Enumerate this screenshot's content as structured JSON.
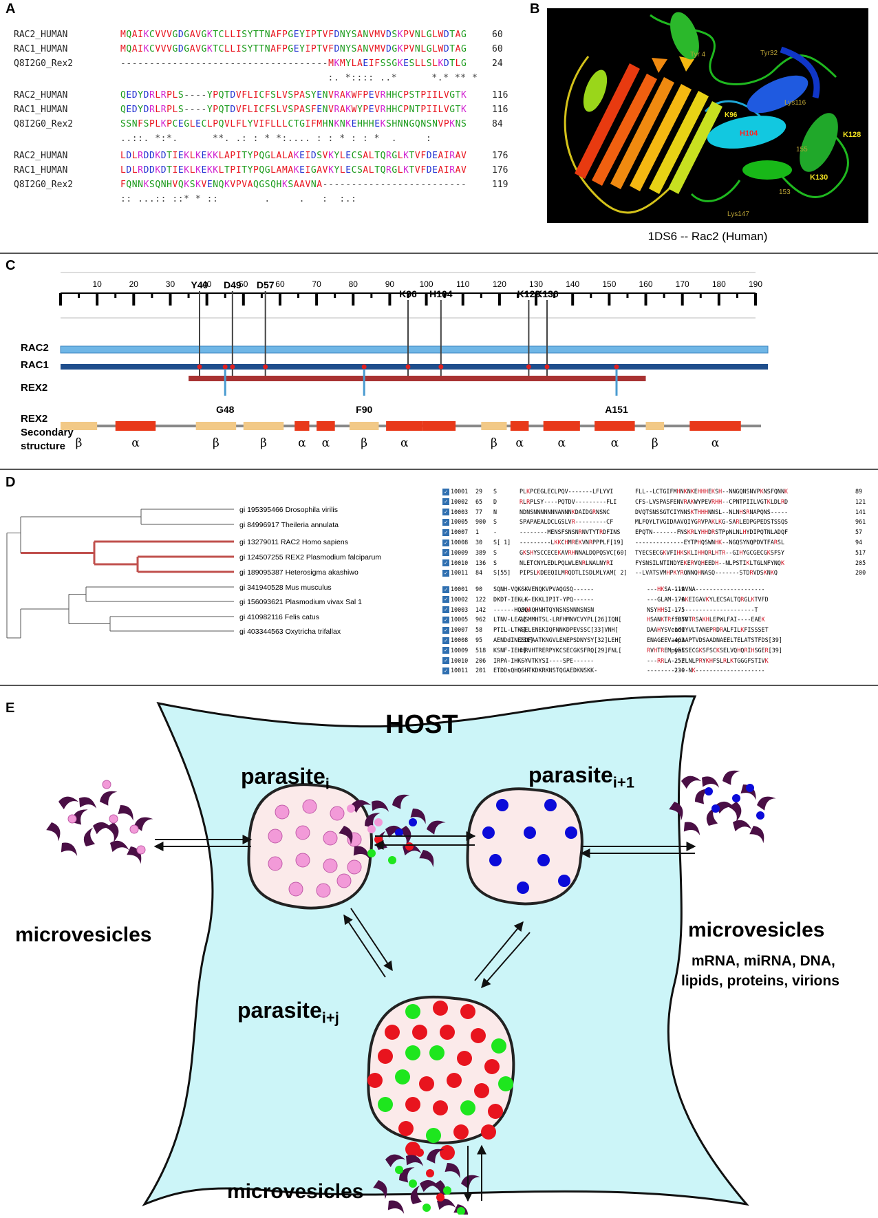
{
  "panel_letters": {
    "a": "A",
    "b": "B",
    "c": "C",
    "d": "D",
    "e": "E"
  },
  "panelA": {
    "blocks": [
      {
        "rows": [
          {
            "name": "RAC2_HUMAN",
            "seq": "MQAIKCVVVGDGAVGKTCLLISYTTNAFPGEYIPTVFDNYSANVMVDSKPVNLGLWDTAG",
            "end": "60"
          },
          {
            "name": "RAC1_HUMAN",
            "seq": "MQAIKCVVVGDGAVGKTCLLISYTTNAFPGEYIPTVFDNYSANVMVDGKPVNLGLWDTAG",
            "end": "60"
          },
          {
            "name": "Q8I2G0_Rex2",
            "seq": "------------------------------------MKMYLAEIFSSGKESLLSLKDTLG",
            "end": "24"
          }
        ],
        "consensus": "                                    :. *:::: ..*      *.* ** *"
      },
      {
        "rows": [
          {
            "name": "RAC2_HUMAN",
            "seq": "QEDYDRLRPLS----YPQTDVFLICFSLVSPASYENVRAKWFPEVRHHCPSTPIILVGTK",
            "end": "116"
          },
          {
            "name": "RAC1_HUMAN",
            "seq": "QEDYDRLRPLS----YPQTDVFLICFSLVSPASFENVRAKWYPEVRHHCPNTPIILVGTK",
            "end": "116"
          },
          {
            "name": "Q8I2G0_Rex2",
            "seq": "SSNFSPLKPCEGLECLPQVLFLYVIFLLLCTGIFMHNKNKEHHHEKSHNNGQNSNVPKNS",
            "end": "84"
          }
        ],
        "consensus": "..::. *:*.      **. .: : * *:.... : : * : : *  .     :"
      },
      {
        "rows": [
          {
            "name": "RAC2_HUMAN",
            "seq": "LDLRDDKDTIEKLKEKKLAPITYPQGLALAKEIDSVKYLECSALTQRGLKTVFDEAIRAV",
            "end": "176"
          },
          {
            "name": "RAC1_HUMAN",
            "seq": "LDLRDDKDTIEKLKEKKLTPITYPQGLAMAKEIGAVKYLECSALTQRGLKTVFDEAIRAV",
            "end": "176"
          },
          {
            "name": "Q8I2G0_Rex2",
            "seq": "FQNNKSQNHVQKSKVENQKVPVAQGSQHKSAAVNA-------------------------",
            "end": "119"
          }
        ],
        "consensus": ":: ...:: ::* * ::        .     .   :  :.:"
      }
    ],
    "colors": {
      "red": "#e8141e",
      "blue": "#2030d0",
      "magenta": "#d020d0",
      "green": "#1a9a1a"
    }
  },
  "panelB": {
    "caption": "1DS6 -- Rac2 (Human)",
    "labels": {
      "tyr4": "Tyr 4",
      "tyr32": "Tyr32",
      "k96": "K96",
      "lys116": "Lys116",
      "h104": "H104",
      "k128": "K128",
      "k130": "K130",
      "r155": "155",
      "r153": "153",
      "lys147": "Lys147"
    }
  },
  "panelC": {
    "ticks": [
      "10",
      "20",
      "30",
      "40",
      "50",
      "60",
      "70",
      "80",
      "90",
      "100",
      "110",
      "120",
      "130",
      "140",
      "150",
      "160",
      "170",
      "180",
      "190"
    ],
    "rows": {
      "rac2": "RAC2",
      "rac1": "RAC1",
      "rex2": "REX2",
      "rex2_ss": "REX2",
      "secondary": "Secondary",
      "structure": "structure"
    },
    "top_sites": [
      {
        "label": "Y40",
        "pos": 38
      },
      {
        "label": "D49",
        "pos": 47
      },
      {
        "label": "D57",
        "pos": 56
      },
      {
        "label": "K96",
        "pos": 95
      },
      {
        "label": "H104",
        "pos": 104
      },
      {
        "label": "K128",
        "pos": 128
      },
      {
        "label": "K130",
        "pos": 133
      }
    ],
    "bottom_sites": [
      {
        "label": "G48",
        "pos": 45
      },
      {
        "label": "F90",
        "pos": 83
      },
      {
        "label": "A151",
        "pos": 152
      }
    ],
    "rex2_range": [
      35,
      160
    ],
    "ss_elements": [
      {
        "type": "beta",
        "start": 0,
        "end": 10,
        "sym": "β"
      },
      {
        "type": "alpha",
        "start": 15,
        "end": 26,
        "sym": "α"
      },
      {
        "type": "beta",
        "start": 37,
        "end": 48,
        "sym": "β"
      },
      {
        "type": "beta",
        "start": 50,
        "end": 61,
        "sym": "β"
      },
      {
        "type": "alpha",
        "start": 64,
        "end": 68,
        "sym": "α"
      },
      {
        "type": "alpha",
        "start": 70,
        "end": 75,
        "sym": "α"
      },
      {
        "type": "beta",
        "start": 79,
        "end": 87,
        "sym": "β"
      },
      {
        "type": "alpha",
        "start": 89,
        "end": 99,
        "sym": "α"
      },
      {
        "type": "alpha",
        "start": 99,
        "end": 108,
        "sym": ""
      },
      {
        "type": "beta",
        "start": 115,
        "end": 122,
        "sym": "β"
      },
      {
        "type": "alpha",
        "start": 123,
        "end": 128,
        "sym": "α"
      },
      {
        "type": "alpha",
        "start": 132,
        "end": 142,
        "sym": "α"
      },
      {
        "type": "alpha",
        "start": 146,
        "end": 157,
        "sym": "α"
      },
      {
        "type": "beta",
        "start": 160,
        "end": 165,
        "sym": "β"
      },
      {
        "type": "alpha",
        "start": 172,
        "end": 186,
        "sym": "α"
      }
    ],
    "colors": {
      "rac2": "#6fb6e6",
      "rac1": "#1f4e8c",
      "rex2": "#a83232",
      "alpha": "#e8391a",
      "beta": "#f2c987",
      "site_red": "#e02020",
      "site_blue": "#4a9bd0"
    }
  },
  "panelD": {
    "taxa": [
      "gi 195395466 Drosophila virilis",
      "gi 84996917 Theileria annulata",
      "gi 13279011 RAC2 Homo sapiens",
      "gi 124507255 REX2 Plasmodium falciparum",
      "gi 189095387 Heterosigma akashiwo",
      "gi 341940528 Mus musculus",
      "gi 156093621 Plasmodium vivax Sal 1",
      "gi 410982116 Felis catus",
      "gi 403344563 Oxytricha trifallax"
    ],
    "aln_top": [
      [
        "10001",
        "29",
        "S",
        "PLKPCEGLECLPQV-------LFLYVI",
        "FLL--LCTGIFMHNKNKEHHHEKSH--NNGQNSNVPKNSFQNNK",
        "89"
      ],
      [
        "10002",
        "65",
        "D",
        "RLRPLSY----PQTDV---------FLI",
        "CFS-LVSPASFENVRAKWYPEVRHH--CPNTPIILVGTKLDLRD",
        "121"
      ],
      [
        "10003",
        "77",
        "N",
        "NDNSNNNNNNNANNNKDAIDGRNSNC",
        "DVQTSNSSGTCIYNNSKTHHHNNSL--NLNHSRNAPQNS-----",
        "141"
      ],
      [
        "10005",
        "900",
        "S",
        "SPAPAEALDCLGSLVR---------CF",
        "MLFQYLTVGIDAAVQIYGRVPAKLKG-SARLEDPGPEDSTSSQS",
        "961"
      ],
      [
        "10007",
        "1",
        "-",
        "--------MENSFSNSNRNVTYTRDFINS",
        "EPQTN-------FNSKRLYHHDRSTPpNLNLHYDIPQTNLADQF",
        "57"
      ],
      [
        "10008",
        "30",
        "S[ 1]",
        "---------LKKCHMREKVNRPPPLF[19]",
        "--------------EYTPHQSWNHK--NGQSYNQPDVTFARSL",
        "94"
      ],
      [
        "10009",
        "389",
        "S",
        "GKSHYSCCECEKAVRHNNALDQPQSVC[60]",
        "TYECSECGKVFIHKSKLIHHQRLHTR--GIHYGCGECGKSFSY",
        "517"
      ],
      [
        "10010",
        "136",
        "S",
        "NLETCNYLEDLPQLWLENRLNALNYRI",
        "FYSNSILNTINDYEKERVQHEEDH--NLPSTIKLTGLNFYNQK",
        "205"
      ],
      [
        "10011",
        "84",
        "S[55]",
        "PIPSLKDEEQILMRQDTLISDLMLYAM[ 2]",
        "--LVATSVMHPKYRQNNQHNASQ-------STDRVDSKNKQ",
        "200"
      ]
    ],
    "aln_bottom": [
      [
        "10001",
        "90",
        "SQNH-VQKSKVENQKVPVAQGSQ------",
        "---",
        "---HKSA---AVNA--------------------",
        "119"
      ],
      [
        "10002",
        "122",
        "DKDT-IEKLK-EKKLIPIT-YPQ------",
        "---",
        "---GLAM---AKEIGAVKYLECSALTQRGLKTVFD",
        "170"
      ],
      [
        "10003",
        "142",
        "------HQSQAQHNHTQYNSNSNNNSNSN",
        "VNH",
        "NSYHHSI------------------------T",
        "175"
      ],
      [
        "10005",
        "962",
        "LTNV-LEAVSMMHTSL-LRFHMNVCVYPL[26]IQN[",
        "2]",
        "HSANKTRffDTVTRSAKHLEPWLFAI----EAEK",
        "1050"
      ],
      [
        "10007",
        "58",
        "PTIL-LTKSELENEKIQFNNKDPEVSSC[33]VNH[",
        "4]",
        "DAAHYSVendIYVLTANEPRDRALFILKFISSSET",
        "160"
      ],
      [
        "10008",
        "95",
        "AENDdINESDFAATKNGVLENEPSDNYSY[32]LEH[",
        "231]",
        "ENAGEEVaepAAPTVDSAADNAEELTELATSTFDS[39]",
        "463"
      ],
      [
        "10009",
        "518",
        "KSNF-IEHHRVHTRERPYKCSECGKSFRQ[29]FNL[",
        "4]",
        "RVHTREMpyeCSECGKSFSCKSELVQHQRIHSGER[39]",
        "655"
      ],
      [
        "10010",
        "206",
        "IRPA-IHKSYVTKYSI----SPE------",
        "---",
        "---RRLA---FLNLPRYKHFSLRLKTGGGFSTIVK",
        "252"
      ],
      [
        "10011",
        "201",
        "ETDDsQHQSHTKDKRKNSTQGAEDKNSKK-",
        "---",
        "------------NK--------------------",
        "230"
      ]
    ]
  },
  "panelE": {
    "host": "HOST",
    "parasite_i": "parasite",
    "parasite_i_sub": "i",
    "parasite_i1": "parasite",
    "parasite_i1_sub": "i+1",
    "parasite_ij": "parasite",
    "parasite_ij_sub": "i+j",
    "mv_left": "microvesicles",
    "mv_right": "microvesicles",
    "mv_bottom": "microvesicles",
    "cargo_1": "mRNA, miRNA, DNA,",
    "cargo_2": "lipids, proteins, virions",
    "colors": {
      "host_fill": "#ccf5f8",
      "cell_fill": "#fbeaea",
      "pink": "#f29ad8",
      "blue": "#0b0bd9",
      "red": "#e8141e",
      "green": "#1ee61e",
      "vesicle": "#4a0f45"
    }
  }
}
